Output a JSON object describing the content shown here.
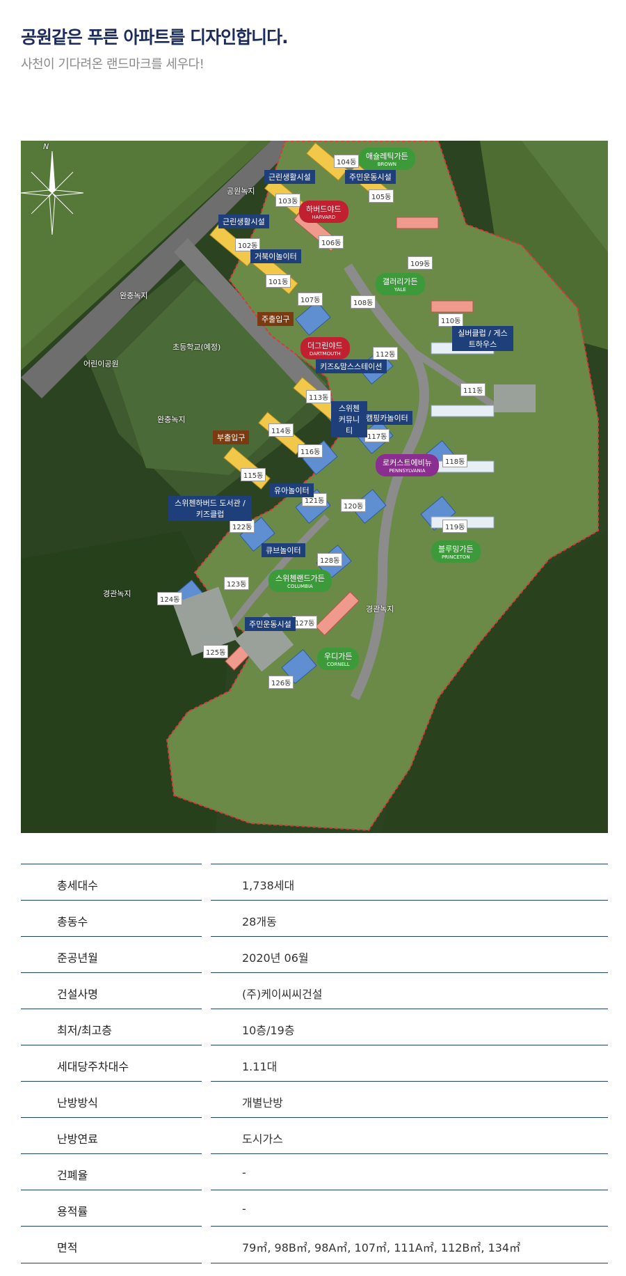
{
  "header": {
    "title": "공원같은 푸른 아파트를 디자인합니다.",
    "subtitle": "사천이 기다려온 랜드마크를 세우다!"
  },
  "map": {
    "north": "N",
    "dong_labels": [
      "104동",
      "103동",
      "105동",
      "106동",
      "102동",
      "109동",
      "101동",
      "107동",
      "108동",
      "110동",
      "112동",
      "111동",
      "113동",
      "114동",
      "117동",
      "116동",
      "118동",
      "115동",
      "121동",
      "120동",
      "119동",
      "122동",
      "128동",
      "123동",
      "124동",
      "127동",
      "125동",
      "126동"
    ],
    "facility_labels": [
      "근린생활시설",
      "주민운동시설",
      "근린생활시설",
      "거북이놀이터",
      "키즈&맘스스테이션",
      "스위첸 커뮤니티",
      "캠핑카놀이터",
      "유아놀이터",
      "스위첸하버드 도서관 / 키즈클럽",
      "큐브놀이터",
      "주민운동시설",
      "실버클럽 / 게스트하우스"
    ],
    "gardens": [
      {
        "name": "애슐레틱가든",
        "sub": "BROWN"
      },
      {
        "name": "하버드야드",
        "sub": "HARVARD"
      },
      {
        "name": "갤러리가든",
        "sub": "YALE"
      },
      {
        "name": "더그린야드",
        "sub": "DARTMOUTH"
      },
      {
        "name": "로커스트에비뉴",
        "sub": "PENNSYLVANIA"
      },
      {
        "name": "블루밍가든",
        "sub": "PRINCETON"
      },
      {
        "name": "스위첸랜드가든",
        "sub": "COLUMBIA"
      },
      {
        "name": "우디가든",
        "sub": "CORNELL"
      }
    ],
    "plain_labels": [
      "공원녹지",
      "완충녹지",
      "초등학교(예정)",
      "어린이공원",
      "완충녹지",
      "경관녹지",
      "경관녹지"
    ],
    "entries": [
      "주출입구",
      "부출입구"
    ]
  },
  "info_table": [
    {
      "key": "총세대수",
      "value": "1,738세대"
    },
    {
      "key": "총동수",
      "value": "28개동"
    },
    {
      "key": "준공년월",
      "value": "2020년 06월"
    },
    {
      "key": "건설사명",
      "value": "(주)케이씨씨건설"
    },
    {
      "key": "최저/최고층",
      "value": "10층/19층"
    },
    {
      "key": "세대당주차대수",
      "value": "1.11대"
    },
    {
      "key": "난방방식",
      "value": "개별난방"
    },
    {
      "key": "난방연료",
      "value": "도시가스"
    },
    {
      "key": "건폐율",
      "value": "-"
    },
    {
      "key": "용적률",
      "value": "-"
    },
    {
      "key": "면적",
      "value": "79㎡, 98B㎡, 98A㎡, 107㎡, 111A㎡, 112B㎡, 134㎡"
    }
  ]
}
